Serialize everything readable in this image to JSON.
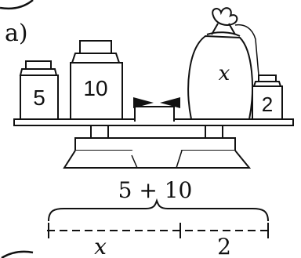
{
  "part_label": "a)",
  "left_weights": [
    {
      "label": "5"
    },
    {
      "label": "10"
    }
  ],
  "right_items": {
    "bag_label": "x",
    "weight_label": "2"
  },
  "equation": {
    "top_expression": "5 + 10",
    "bottom_left": "x",
    "bottom_right": "2"
  }
}
